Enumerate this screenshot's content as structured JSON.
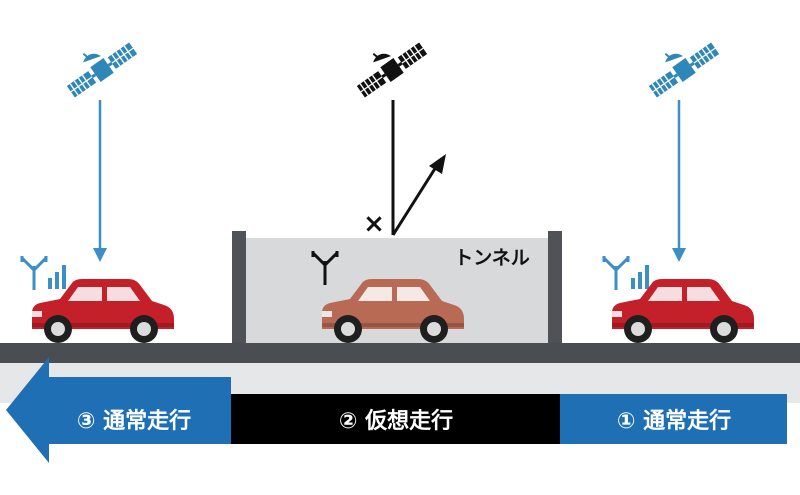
{
  "tunnel": {
    "label": "トンネル"
  },
  "blocked_mark": "×",
  "phases": [
    {
      "label": "③ 通常走行"
    },
    {
      "label": "② 仮想走行"
    },
    {
      "label": "① 通常走行"
    }
  ],
  "colors": {
    "satellite_ok": "#2f86b8",
    "satellite_blocked": "#111111",
    "signal_arrow": "#3b8fc4",
    "car_normal": "#c4202a",
    "car_tunnel": "#b86a55",
    "tunnel_fill": "#d7d9da",
    "tunnel_wall": "#4f5257",
    "road": "#4a4e52",
    "arrow_blue": "#1f6fb4",
    "arrow_black": "#000000"
  },
  "icons": [
    "satellite-icon",
    "antenna-icon",
    "signal-bars-icon",
    "car-icon"
  ]
}
